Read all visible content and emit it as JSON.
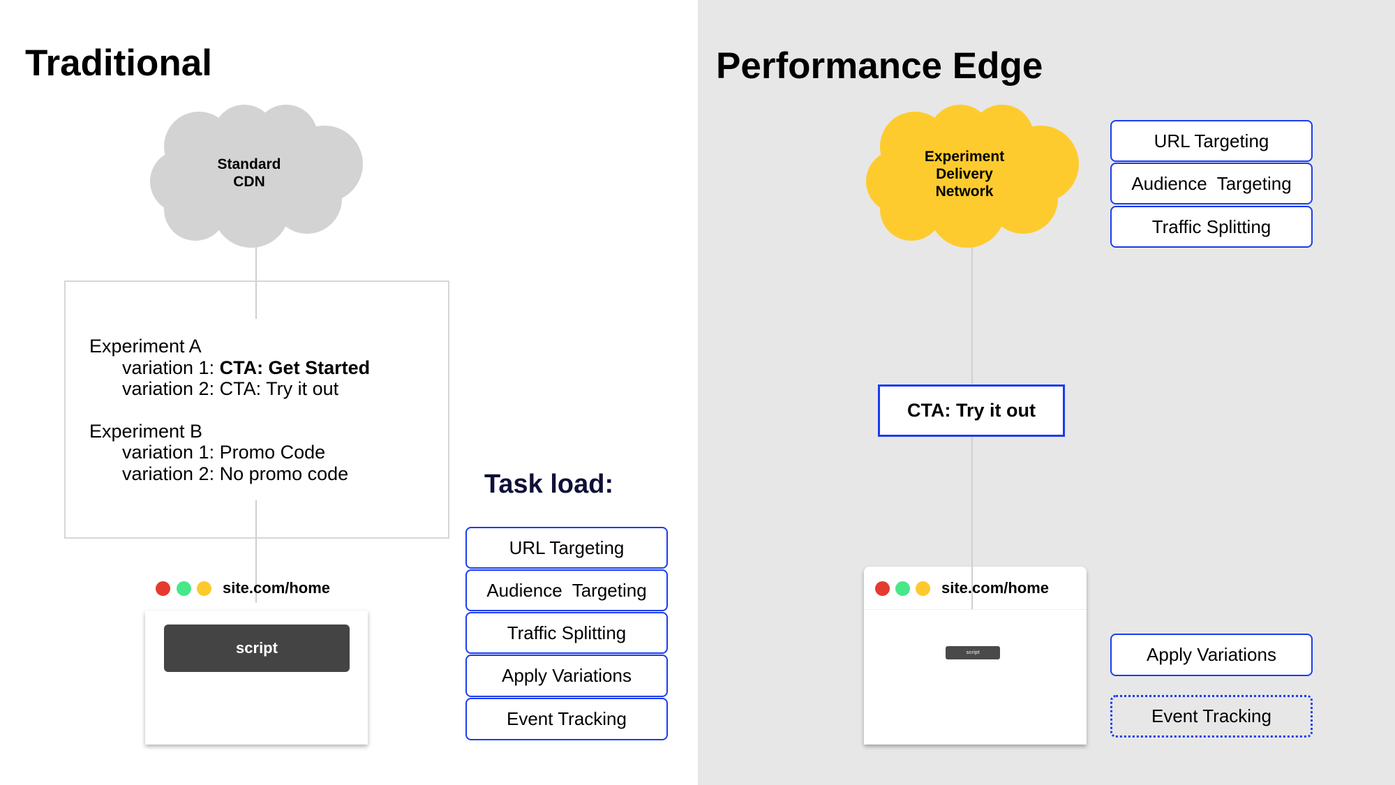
{
  "left": {
    "title": "Traditional",
    "cloud_label": [
      "Standard",
      "CDN"
    ],
    "experiments": [
      {
        "name": "Experiment A",
        "variations": [
          {
            "prefix": "variation 1: ",
            "value": "CTA: Get Started",
            "bold": true
          },
          {
            "prefix": "variation 2: ",
            "value": "CTA: Try it out"
          }
        ]
      },
      {
        "name": "Experiment B",
        "variations": [
          {
            "prefix": "variation 1: ",
            "value": "Promo Code"
          },
          {
            "prefix": "variation 2: ",
            "value": "No promo code"
          }
        ]
      }
    ],
    "browser_url": "site.com/home",
    "script_label": "script",
    "task_load_title": "Task load:",
    "tasks": [
      "URL Targeting",
      "Audience  Targeting",
      "Traffic Splitting",
      "Apply Variations",
      "Event Tracking"
    ]
  },
  "right": {
    "title": "Performance Edge",
    "cloud_label": [
      "Experiment",
      "Delivery",
      "Network"
    ],
    "edge_tasks": [
      "URL Targeting",
      "Audience  Targeting",
      "Traffic Splitting"
    ],
    "cta_label": "CTA: Try it out",
    "browser_url": "site.com/home",
    "script_label": "script",
    "client_tasks": [
      "Apply Variations",
      "Event Tracking"
    ]
  },
  "colors": {
    "accent_blue": "#1a3cf0",
    "cloud_gray": "#d3d3d3",
    "cloud_yellow": "#fecb2e",
    "dot_red": "#e53b2f",
    "dot_green": "#48e78a",
    "dot_yellow": "#fdc92c",
    "task_title": "#0f1038"
  }
}
